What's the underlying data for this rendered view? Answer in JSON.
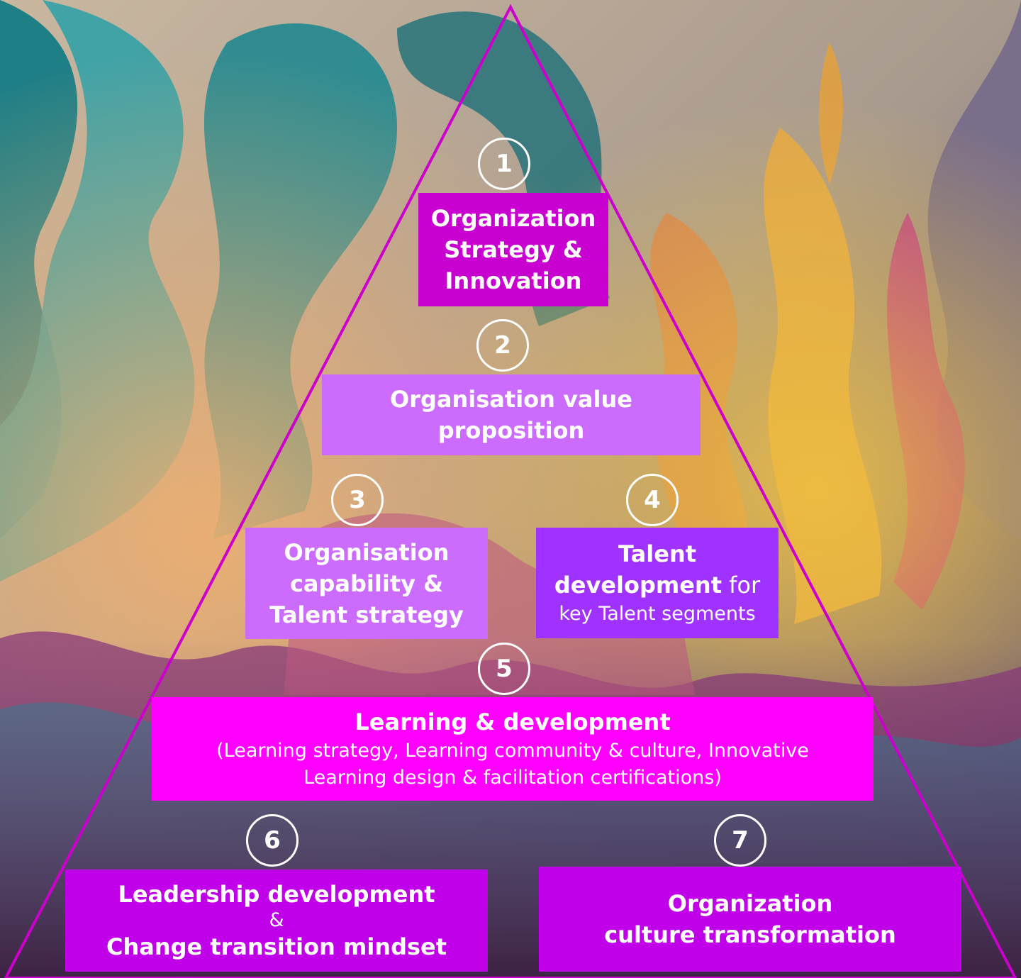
{
  "colors": {
    "outline": "#cc00cc",
    "box1": "#c800d0",
    "box2": "#cb6cff",
    "box3": "#cb6cff",
    "box4": "#a032ff",
    "box5": "#ff00ff",
    "box6": "#c000e8",
    "box7": "#c000e8"
  },
  "steps": [
    {
      "number": "1",
      "title": "Organization\nStrategy &\nInnovation"
    },
    {
      "number": "2",
      "title": "Organisation value\nproposition"
    },
    {
      "number": "3",
      "title": "Organisation\ncapability &\nTalent strategy"
    },
    {
      "number": "4",
      "title_bold": "Talent\ndevelopment",
      "title_light": " for",
      "sub": "key Talent segments"
    },
    {
      "number": "5",
      "title": "Learning & development",
      "sub": "(Learning strategy, Learning community & culture, Innovative\nLearning design & facilitation certifications)"
    },
    {
      "number": "6",
      "title_top": "Leadership development",
      "connector": "&",
      "title_bottom": "Change transition mindset"
    },
    {
      "number": "7",
      "title": "Organization\nculture transformation"
    }
  ]
}
